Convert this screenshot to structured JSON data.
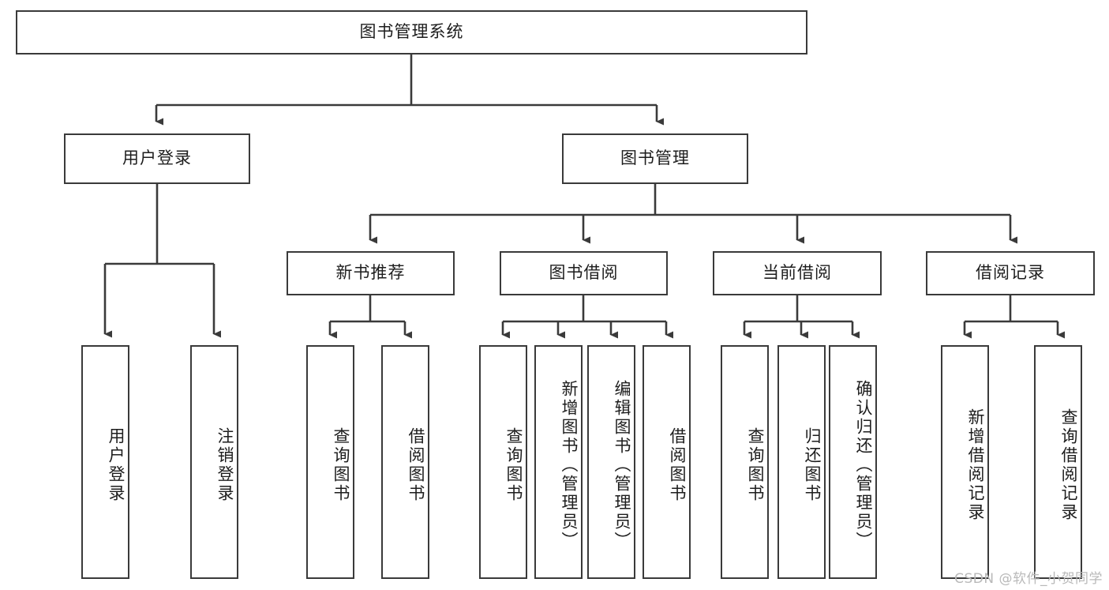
{
  "diagram": {
    "title": "图书管理系统",
    "type": "tree-hierarchy",
    "root": {
      "label": "图书管理系统"
    },
    "level2": [
      {
        "id": "user-login",
        "label": "用户登录"
      },
      {
        "id": "book-manage",
        "label": "图书管理"
      }
    ],
    "level3": [
      {
        "id": "new-book-recommend",
        "label": "新书推荐",
        "parent": "book-manage"
      },
      {
        "id": "book-borrow",
        "label": "图书借阅",
        "parent": "book-manage"
      },
      {
        "id": "current-borrow",
        "label": "当前借阅",
        "parent": "book-manage"
      },
      {
        "id": "borrow-record",
        "label": "借阅记录",
        "parent": "book-manage"
      }
    ],
    "leaves": [
      {
        "id": "leaf-user-login",
        "label": "用户登录",
        "parent": "user-login"
      },
      {
        "id": "leaf-logout-login",
        "label": "注销登录",
        "parent": "user-login"
      },
      {
        "id": "leaf-query-book-1",
        "label": "查询图书",
        "parent": "new-book-recommend"
      },
      {
        "id": "leaf-borrow-book-1",
        "label": "借阅图书",
        "parent": "new-book-recommend"
      },
      {
        "id": "leaf-query-book-2",
        "label": "查询图书",
        "parent": "book-borrow"
      },
      {
        "id": "leaf-add-book",
        "label": "新增图书（管理员）",
        "parent": "book-borrow"
      },
      {
        "id": "leaf-edit-book",
        "label": "编辑图书（管理员）",
        "parent": "book-borrow"
      },
      {
        "id": "leaf-borrow-book-2",
        "label": "借阅图书",
        "parent": "book-borrow"
      },
      {
        "id": "leaf-query-book-3",
        "label": "查询图书",
        "parent": "current-borrow"
      },
      {
        "id": "leaf-return-book",
        "label": "归还图书",
        "parent": "current-borrow"
      },
      {
        "id": "leaf-confirm-return",
        "label": "确认归还（管理员）",
        "parent": "current-borrow"
      },
      {
        "id": "leaf-add-record",
        "label": "新增借阅记录",
        "parent": "borrow-record"
      },
      {
        "id": "leaf-query-record",
        "label": "查询借阅记录",
        "parent": "borrow-record"
      }
    ]
  },
  "watermark": {
    "text": "CSDN @软件_小贺同学"
  },
  "colors": {
    "stroke": "#3a3a3a",
    "background": "#ffffff",
    "text": "#1d1d1d",
    "watermark": "#b9b9b9"
  }
}
